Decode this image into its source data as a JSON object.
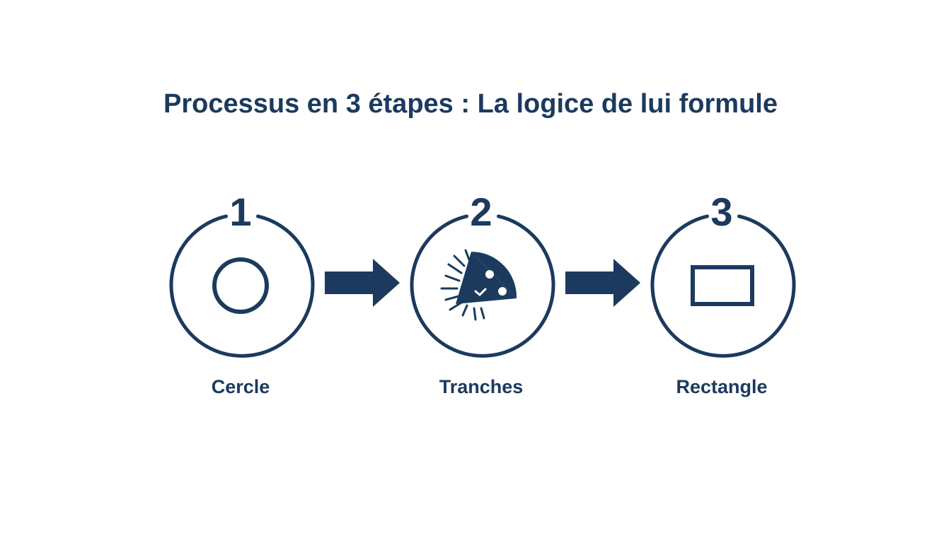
{
  "title": "Processus en 3 étapes : La logice de lui formule",
  "colors": {
    "primary": "#1b3a5e",
    "background": "#ffffff"
  },
  "steps": [
    {
      "number": "1",
      "label": "Cercle",
      "icon": "circle-icon"
    },
    {
      "number": "2",
      "label": "Tranches",
      "icon": "pizza-slice-icon"
    },
    {
      "number": "3",
      "label": "Rectangle",
      "icon": "rectangle-icon"
    }
  ],
  "connectors": [
    "arrow-right-icon",
    "arrow-right-icon"
  ]
}
